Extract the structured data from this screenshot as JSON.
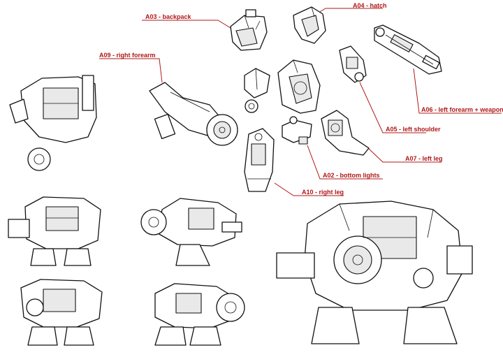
{
  "accent_color": "#b01818",
  "labels": [
    {
      "id": "a03",
      "text": "A03 - backpack"
    },
    {
      "id": "a04",
      "text": "A04 - hatch"
    },
    {
      "id": "a09",
      "text": "A09 - right forearm"
    },
    {
      "id": "a06",
      "text": "A06 - left forearm + weapon"
    },
    {
      "id": "a05",
      "text": "A05 - left shoulder"
    },
    {
      "id": "a07",
      "text": "A07 - left leg"
    },
    {
      "id": "a02",
      "text": "A02 - bottom lights"
    },
    {
      "id": "a10",
      "text": "A10 - right leg"
    }
  ]
}
